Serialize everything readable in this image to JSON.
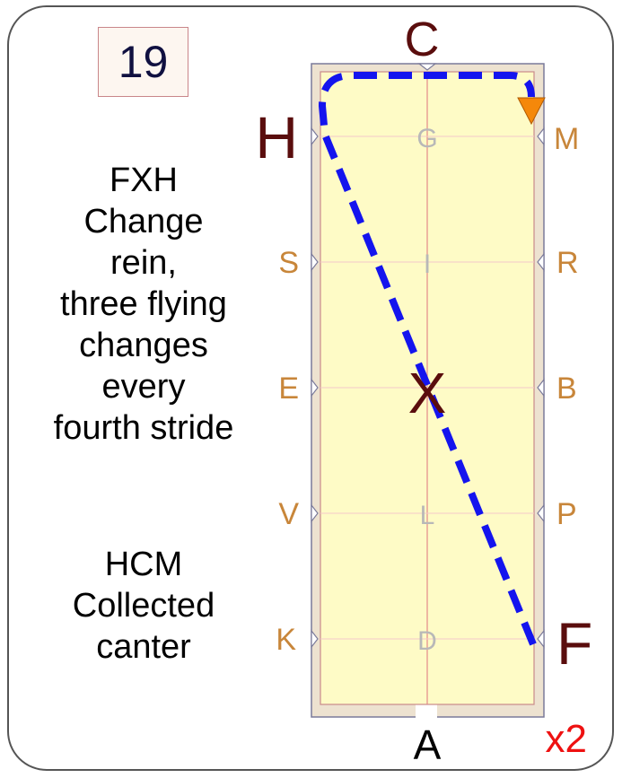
{
  "test_number": "19",
  "movements": [
    {
      "lines": [
        "FXH",
        "Change",
        "rein,",
        "three flying",
        "changes",
        "every",
        "fourth stride"
      ]
    },
    {
      "lines": [
        "HCM",
        "Collected",
        "canter"
      ]
    }
  ],
  "arena": {
    "end_letters": {
      "top": "C",
      "bottom": "A"
    },
    "side_letters": {
      "left": [
        "H",
        "S",
        "E",
        "V",
        "K"
      ],
      "right": [
        "M",
        "R",
        "B",
        "P",
        "F"
      ]
    },
    "center_letters": [
      "G",
      "I",
      "X",
      "L",
      "D"
    ]
  },
  "repeat_label": "x2",
  "colors": {
    "arena_fill": "#fefbc6",
    "surround_fill": "#ede2d0",
    "path": "#1414ee",
    "direction_arrow": "#f5880a",
    "key_letter": "#5a0d0d",
    "side_letter": "#c8863a",
    "center_letter": "#b8b8b8",
    "repeat": "#ee1111"
  }
}
